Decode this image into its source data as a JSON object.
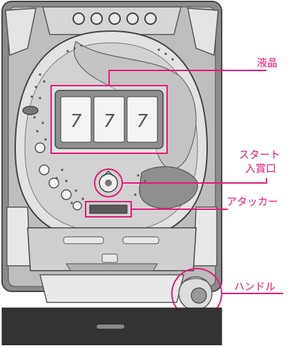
{
  "diagram": {
    "labels": {
      "lcd": "液晶",
      "start_line1": "スタート",
      "start_line2": "入賞口",
      "attacker": "アタッカー",
      "handle": "ハンドル"
    },
    "reel_symbols": [
      "7",
      "7",
      "7"
    ],
    "colors": {
      "callout": "#e0197a",
      "frame_dark": "#555555",
      "frame_mid": "#9a9a9a",
      "panel_light": "#e4e4e4",
      "glass": "#d0d0d0",
      "base": "#333333"
    }
  }
}
